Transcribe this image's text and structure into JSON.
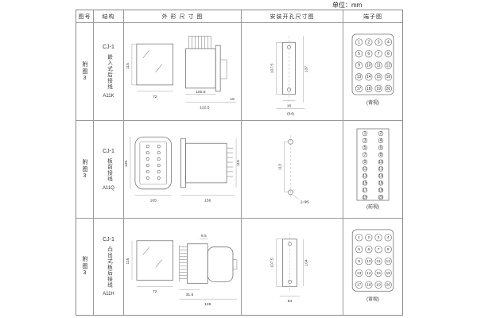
{
  "unit_label": "单位：mm",
  "table": {
    "headers": [
      "图号",
      "结构",
      "外 形 尺 寸 图",
      "安装开孔尺寸图",
      "端子图"
    ]
  },
  "rows": [
    {
      "figure": "附图3",
      "structure": {
        "model": "CJ-1",
        "desc": "嵌入式后接线",
        "code": "A11K"
      },
      "outline": {
        "dims": {
          "height": "115",
          "width": "72",
          "depth1": "100.5",
          "depth2": "122.5",
          "flange": "15"
        }
      },
      "install": {
        "dims": {
          "left": "107.5",
          "right": "137",
          "hole_w": "16",
          "span": "(64)"
        }
      },
      "terminal": {
        "view": "(背视)",
        "numbers": [
          "1",
          "2",
          "3",
          "4",
          "5",
          "6",
          "7",
          "8",
          "9",
          "10",
          "11",
          "12",
          "13",
          "14",
          "15",
          "16",
          "17",
          "18",
          "19",
          "20"
        ]
      }
    },
    {
      "figure": "附图3",
      "structure": {
        "model": "CJ-1",
        "desc": "板前接线",
        "code": "A11Q"
      },
      "outline": {
        "dims": {
          "height": "125",
          "width": "105",
          "depth": "156",
          "side_height": "115"
        }
      },
      "install": {
        "dims": {
          "spacing": "113",
          "holes": "2-Φ5"
        }
      },
      "terminal": {
        "view": "(前视)",
        "numbers": [
          "1",
          "2",
          "3",
          "4",
          "5",
          "6",
          "7",
          "8",
          "9",
          "10",
          "11",
          "12",
          "13",
          "14",
          "15",
          "16",
          "17",
          "18",
          "19",
          "20"
        ]
      }
    },
    {
      "figure": "附图3",
      "structure": {
        "model": "CJ-1",
        "desc": "凸出式板后接线",
        "code": "A11H"
      },
      "outline": {
        "dims": {
          "height": "115",
          "width": "72",
          "gap": "9.5",
          "depth": "126",
          "rear": "31.5"
        }
      },
      "install": {
        "dims": {
          "left": "107.5",
          "right": "104",
          "span": "64"
        }
      },
      "terminal": {
        "view": "(背视)",
        "numbers": [
          "1",
          "2",
          "3",
          "4",
          "5",
          "6",
          "7",
          "8",
          "9",
          "10",
          "11",
          "12",
          "13",
          "14",
          "15",
          "16",
          "17",
          "18",
          "19",
          "20"
        ]
      }
    }
  ]
}
